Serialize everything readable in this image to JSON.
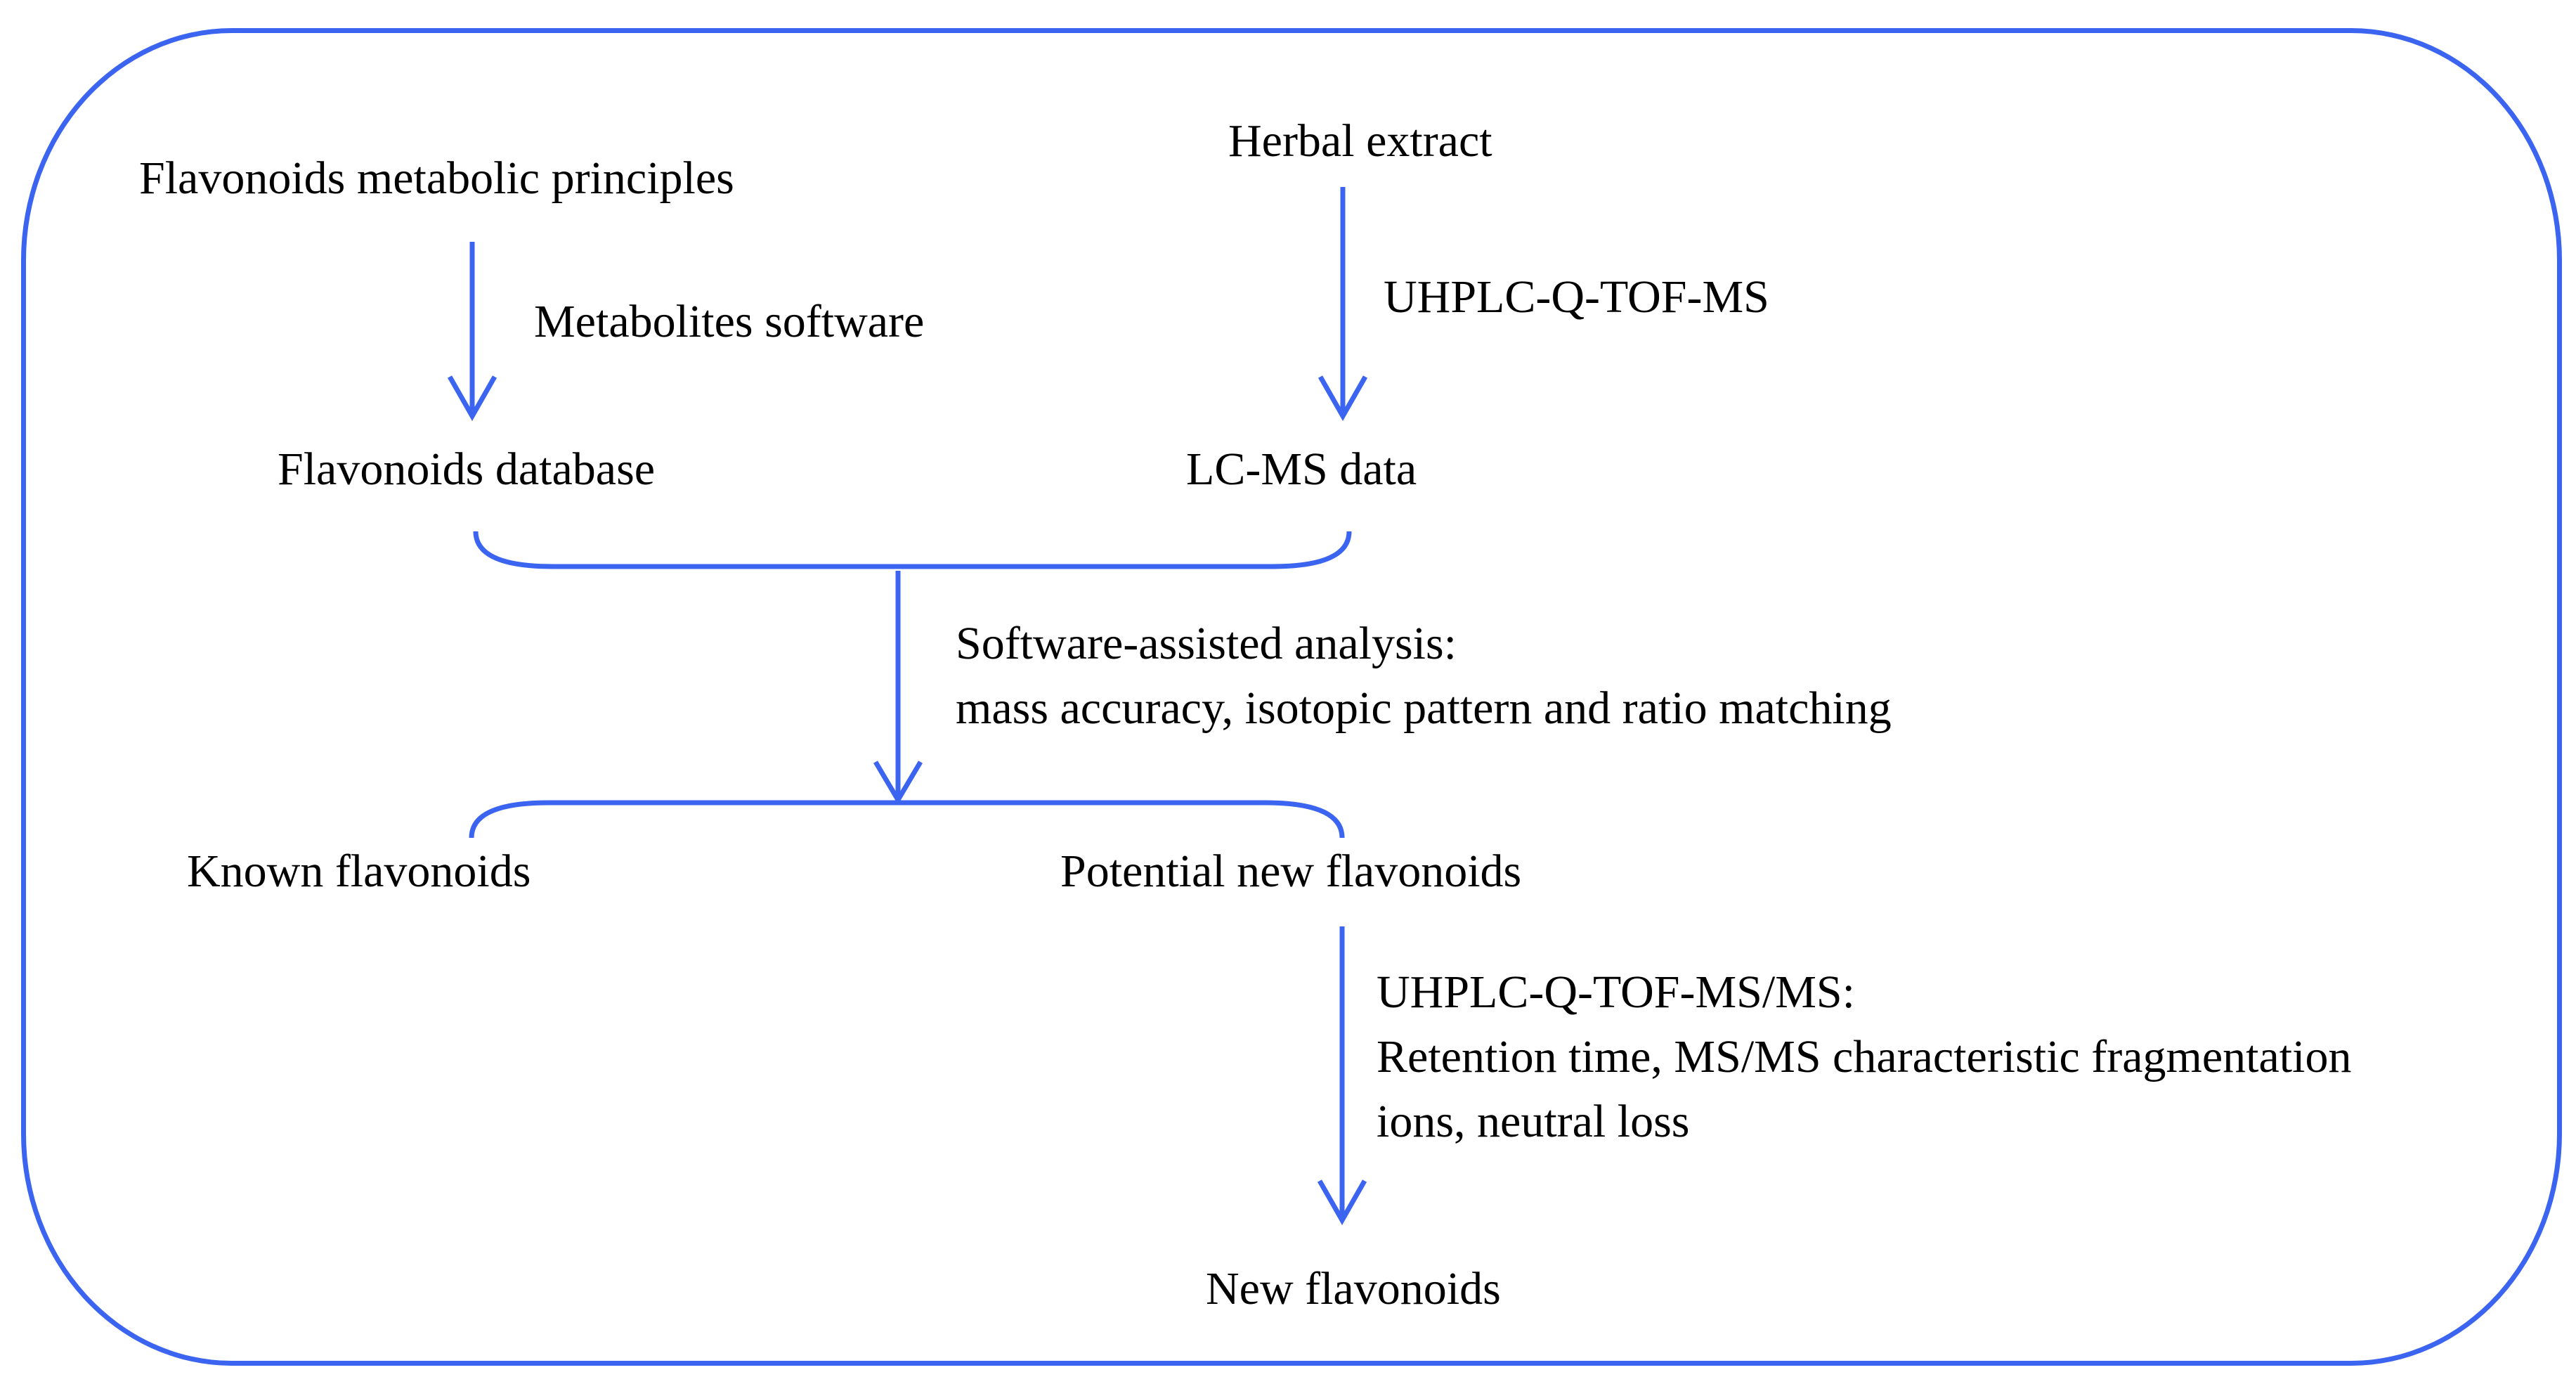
{
  "diagram": {
    "nodes": {
      "flavonoids_metabolic_principles": "Flavonoids metabolic principles",
      "herbal_extract": "Herbal extract",
      "flavonoids_database": "Flavonoids database",
      "lc_ms_data": "LC-MS data",
      "known_flavonoids": "Known flavonoids",
      "potential_new_flavonoids": "Potential new flavonoids",
      "new_flavonoids": "New flavonoids"
    },
    "process_labels": {
      "metabolites_software": "Metabolites software",
      "uhplc_q_tof_ms": "UHPLC-Q-TOF-MS",
      "software_assisted_analysis_line1": "Software-assisted analysis:",
      "software_assisted_analysis_line2": "mass accuracy, isotopic pattern and ratio matching",
      "uhplc_q_tof_ms_ms_line1": "UHPLC-Q-TOF-MS/MS:",
      "uhplc_q_tof_ms_ms_line2": "Retention time, MS/MS characteristic fragmentation",
      "uhplc_q_tof_ms_ms_line3": "ions, neutral loss"
    },
    "colors": {
      "line_blue": "#3B64F0",
      "text": "#000000",
      "background": "#FFFFFF"
    }
  }
}
